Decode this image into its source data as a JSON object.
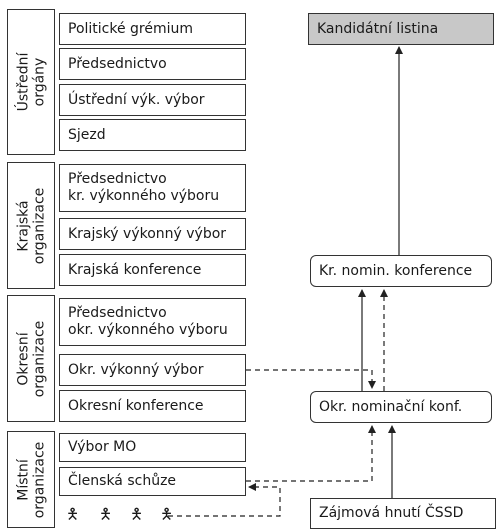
{
  "groups": [
    {
      "label": "Ústřední\norgány",
      "boxes": [
        "Politické grémium",
        "Předsednictvo",
        "Ústřední výk. výbor",
        "Sjezd"
      ]
    },
    {
      "label": "Krajská\norganizace",
      "boxes": [
        "Předsednictvo\nkr. výkonného výboru",
        "Krajský výkonný výbor",
        "Krajská konference"
      ]
    },
    {
      "label": "Okresní\norganizace",
      "boxes": [
        "Předsednictvo\nokr. výkonného výboru",
        "Okr. výkonný výbor",
        "Okresní konference"
      ]
    },
    {
      "label": "Místní\norganizace",
      "boxes": [
        "Výbor MO",
        "Členská schůze"
      ]
    }
  ],
  "right": {
    "candidate_list": "Kandidátní listina",
    "regional_nomination": "Kr. nomin. konference",
    "district_nomination": "Okr. nominační konf.",
    "interest_movements": "Zájmová hnutí ČSSD"
  },
  "members_icon": "person-icon"
}
